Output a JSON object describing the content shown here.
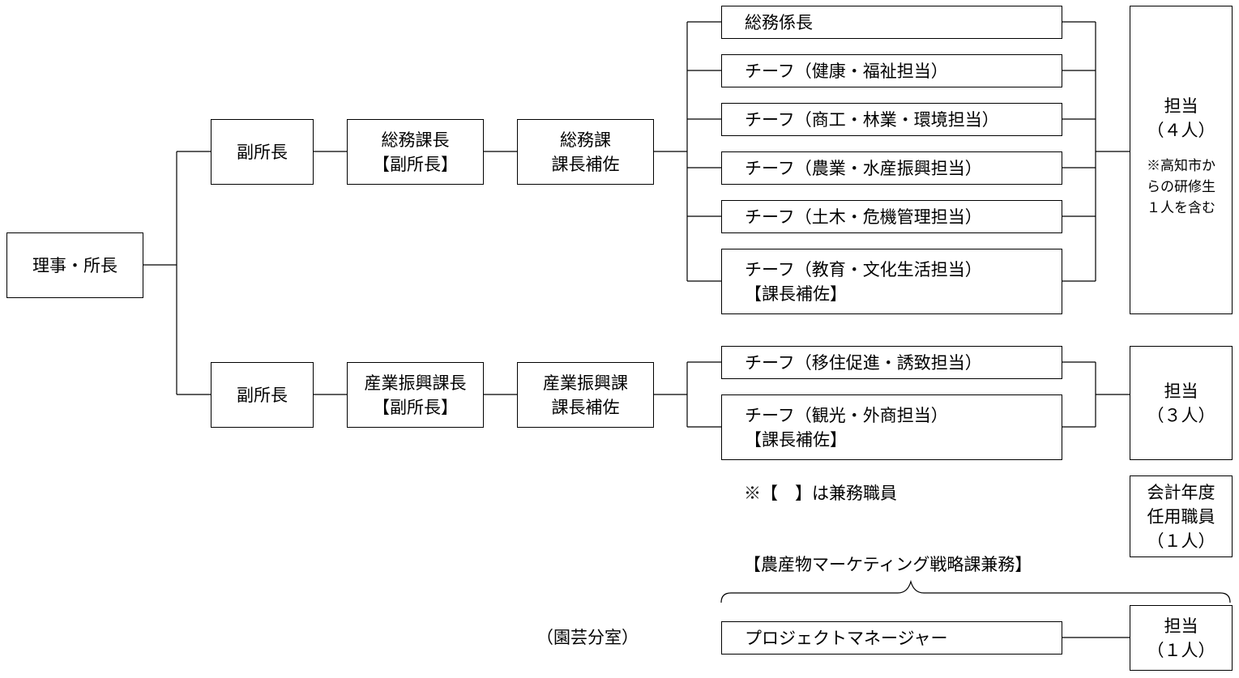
{
  "org": {
    "head": "理事・所長",
    "branch1": {
      "deputy": "副所長",
      "chief": [
        "総務課長",
        "【副所長】"
      ],
      "assistant": [
        "総務課",
        "課長補佐"
      ],
      "units": [
        [
          "総務係長"
        ],
        [
          "チーフ（健康・福祉担当）"
        ],
        [
          "チーフ（商工・林業・環境担当）"
        ],
        [
          "チーフ（農業・水産振興担当）"
        ],
        [
          "チーフ（土木・危機管理担当）"
        ],
        [
          "チーフ（教育・文化生活担当）",
          "【課長補佐】"
        ]
      ],
      "staff": {
        "title": "担当",
        "count": "（４人）",
        "note": [
          "※高知市か",
          "らの研修生",
          "１人を含む"
        ]
      }
    },
    "branch2": {
      "deputy": "副所長",
      "chief": [
        "産業振興課長",
        "【副所長】"
      ],
      "assistant": [
        "産業振興課",
        "課長補佐"
      ],
      "units": [
        [
          "チーフ（移住促進・誘致担当）"
        ],
        [
          "チーフ（観光・外商担当）",
          "【課長補佐】"
        ]
      ],
      "staff": {
        "title": "担当",
        "count": "（３人）"
      }
    },
    "legend": "※【　】は兼務職員",
    "fiscal_staff": [
      "会計年度",
      "任用職員",
      "（１人）"
    ],
    "marketing_label": "【農産物マーケティング戦略課兼務】",
    "horticulture_label": "（園芸分室）",
    "project_manager": "プロジェクトマネージャー",
    "pm_staff": {
      "title": "担当",
      "count": "（１人）"
    }
  }
}
